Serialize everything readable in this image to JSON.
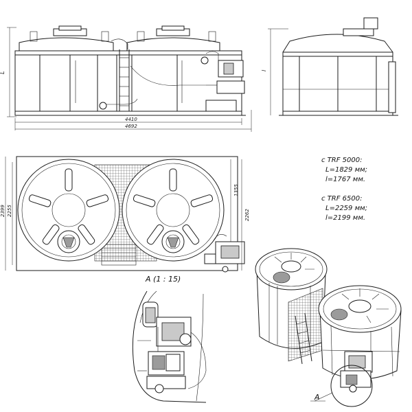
{
  "side_view": {
    "dim_length_inner": "4410",
    "dim_length_outer": "4692",
    "dim_height": "L"
  },
  "end_view": {
    "dim_height": "l"
  },
  "plan_view": {
    "dim_width_outer": "2399",
    "dim_width_inner": "2255",
    "dim_right_1": "1355",
    "dim_right_2": "2262"
  },
  "detail_label": "A (1 : 15)",
  "callout_label": "A",
  "notes": {
    "line1": "с TRF 5000:",
    "line2": "L=1829 мм;",
    "line3": "l=1767 мм.",
    "line4": "с TRF 6500:",
    "line5": "L=2259 мм;",
    "line6": "l=2199 мм."
  },
  "colors": {
    "line": "#1a1a1a",
    "background": "#ffffff"
  }
}
